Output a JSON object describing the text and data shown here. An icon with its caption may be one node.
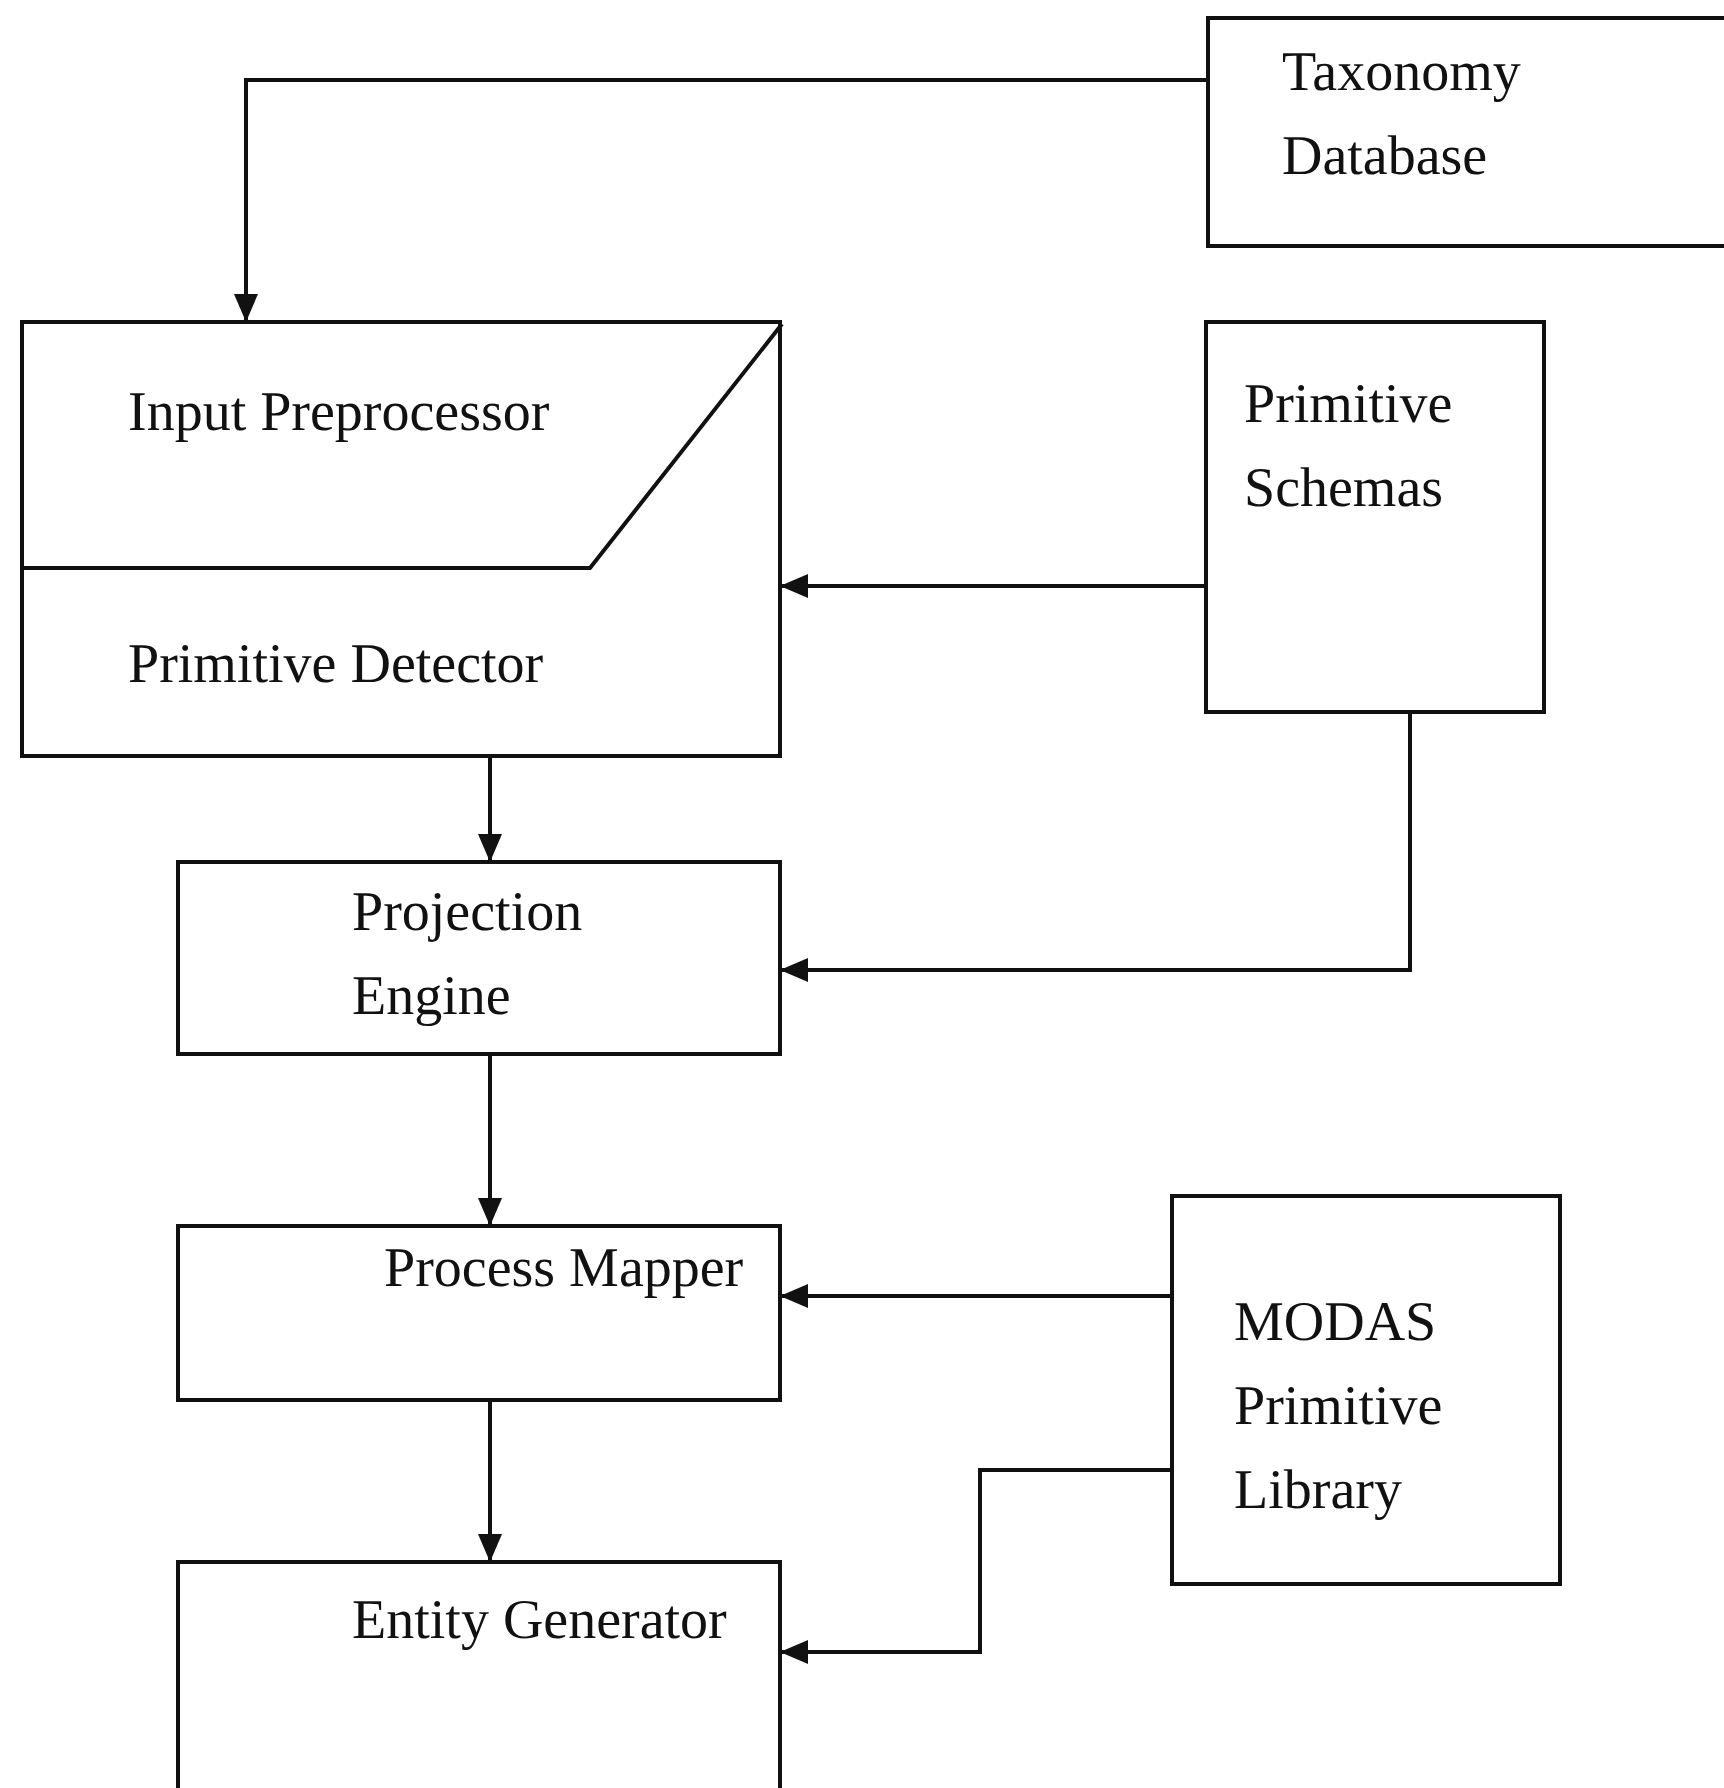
{
  "diagram": {
    "nodes": [
      {
        "text": [
          "Taxonomy Database"
        ]
      },
      {
        "text": [
          "Input Preprocessor",
          "Primitive Detector"
        ]
      },
      {
        "text": [
          "Primitive Schemas"
        ]
      },
      {
        "text": [
          "Projection Engine"
        ]
      },
      {
        "text": [
          "Process Mapper"
        ]
      },
      {
        "text": [
          "MODAS Primitive Library"
        ]
      },
      {
        "text": [
          "Entity Generator"
        ]
      }
    ],
    "edges": [
      {
        "from": 0,
        "to": 1,
        "arrow": "to"
      },
      {
        "from": 2,
        "to": 1,
        "arrow": "to"
      },
      {
        "from": 2,
        "to": 3,
        "arrow": "to"
      },
      {
        "from": 1,
        "to": 3,
        "arrow": "to"
      },
      {
        "from": 3,
        "to": 4,
        "arrow": "to"
      },
      {
        "from": 5,
        "to": 4,
        "arrow": "to"
      },
      {
        "from": 4,
        "to": 6,
        "arrow": "to"
      },
      {
        "from": 5,
        "to": 6,
        "arrow": "to"
      }
    ]
  }
}
